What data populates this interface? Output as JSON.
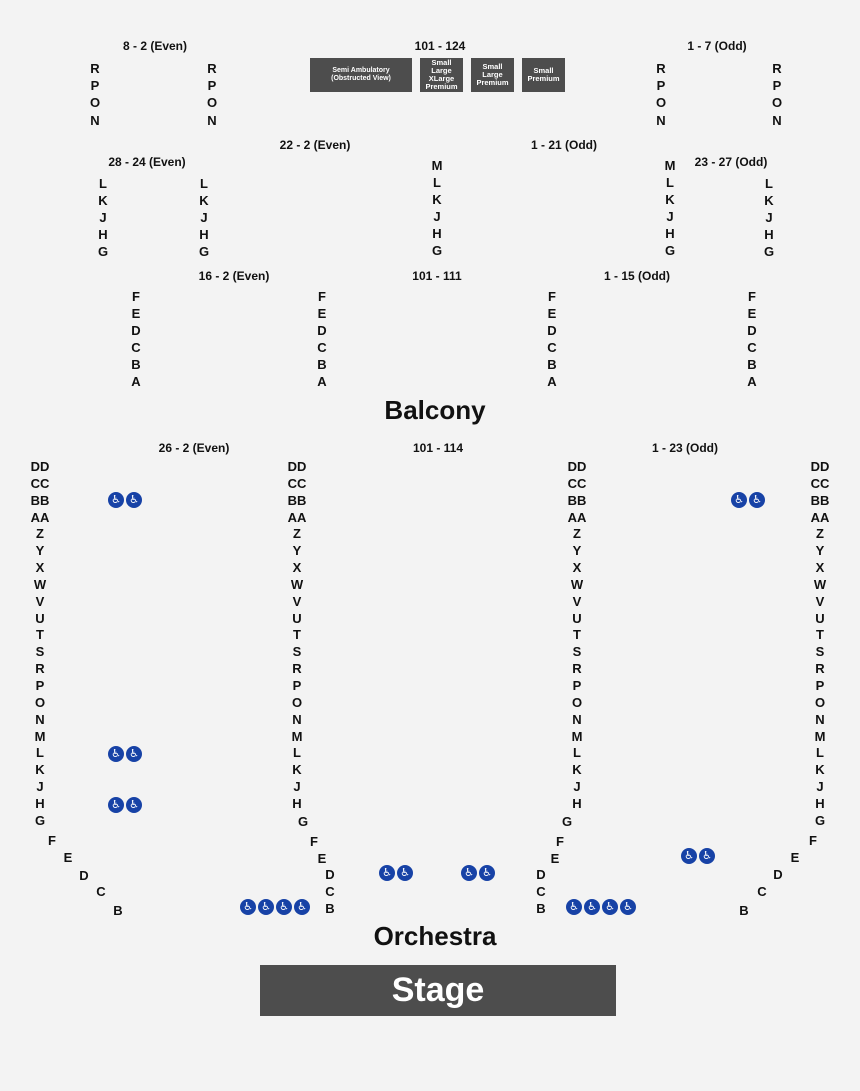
{
  "balcony_upper": {
    "left_label": "8 - 2 (Even)",
    "center_label": "101 - 124",
    "right_label": "1 - 7 (Odd)",
    "rows": [
      "R",
      "P",
      "O",
      "N"
    ],
    "boxes": [
      "Semi Ambulatory\n(Obstructed View)",
      "Small\nLarge\nXLarge\nPremium",
      "Small\nLarge\nPremium",
      "Small\nPremium"
    ]
  },
  "balcony_mid": {
    "left_label": "28 - 24 (Even)",
    "center_left_label": "22 - 2 (Even)",
    "center_right_label": "1 - 21 (Odd)",
    "right_label": "23 - 27 (Odd)",
    "rows_side": [
      "L",
      "K",
      "J",
      "H",
      "G"
    ],
    "rows_center": [
      "M",
      "L",
      "K",
      "J",
      "H",
      "G"
    ]
  },
  "balcony_lower": {
    "left_label": "16 - 2 (Even)",
    "center_label": "101 - 111",
    "right_label": "1 - 15 (Odd)",
    "rows": [
      "F",
      "E",
      "D",
      "C",
      "B",
      "A"
    ]
  },
  "balcony_title": "Balcony",
  "orchestra": {
    "left_label": "26 - 2 (Even)",
    "center_label": "101 - 114",
    "right_label": "1 - 23 (Odd)",
    "rows": [
      "DD",
      "CC",
      "BB",
      "AA",
      "Z",
      "Y",
      "X",
      "W",
      "V",
      "U",
      "T",
      "S",
      "R",
      "P",
      "O",
      "N",
      "M",
      "L",
      "K",
      "J",
      "H"
    ],
    "row_g": "G",
    "outer_left_tail": [
      "F",
      "E",
      "D",
      "C",
      "B"
    ],
    "inner_tail": [
      "F",
      "E",
      "D",
      "C",
      "B"
    ],
    "accessible_icon": "wheelchair-icon",
    "accessible_color": "#1742a6"
  },
  "orchestra_title": "Orchestra",
  "stage_label": "Stage"
}
